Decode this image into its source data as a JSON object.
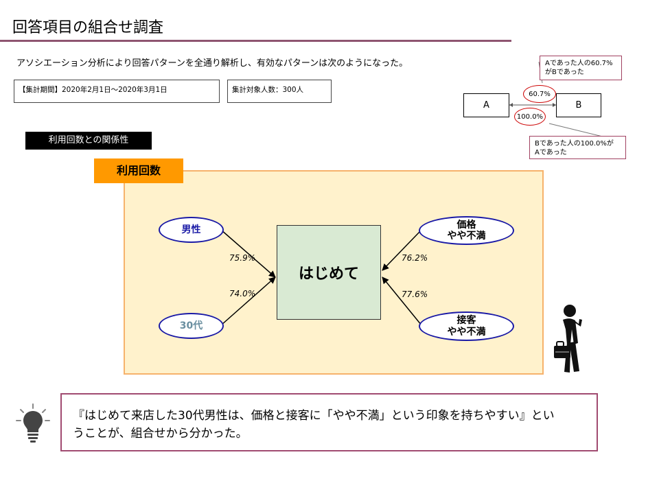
{
  "title": "回答項目の組合せ調査",
  "intro": "アソシエーション分析により回答パターンを全通り解析し、有効なパターンは次のようになった。",
  "period": "【集計期間】2020年2月1日～2020年3月1日",
  "count": "集計対象人数：300人",
  "section_label": "利用回数との関係性",
  "legend": {
    "node_a": "A",
    "node_b": "B",
    "pct_top": "60.7%",
    "pct_bottom": "100.0%",
    "callout_top_line1": "Aであった人の60.7%",
    "callout_top_line2": "がBであった",
    "callout_bottom_line1": "Bであった人の100.0%が",
    "callout_bottom_line2": "Aであった"
  },
  "diagram": {
    "panel_label": "利用回数",
    "center": "はじめて",
    "nodes": [
      {
        "line1": "男性",
        "line2": "",
        "pct": "75.9%",
        "color": "#1a1aa6"
      },
      {
        "line1": "30代",
        "line2": "",
        "pct": "74.0%",
        "color": "#6a8fa0"
      },
      {
        "line1": "価格",
        "line2": "やや不満",
        "pct": "76.2%",
        "color": "#000000"
      },
      {
        "line1": "接客",
        "line2": "やや不満",
        "pct": "77.6%",
        "color": "#000000"
      }
    ]
  },
  "conclusion_line1": "『はじめて来店した30代男性は、価格と接客に「やや不満」という印象を持ちやすい』とい",
  "conclusion_line2": "うことが、組合せから分かった。",
  "icons": [
    "lightbulb-icon",
    "walking-person-icon"
  ]
}
